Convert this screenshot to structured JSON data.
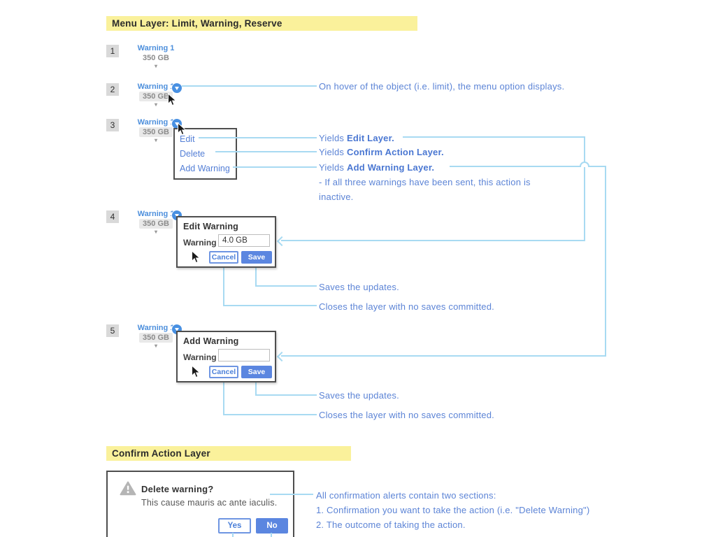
{
  "title": "Menu Layer: Limit, Warning, Reserve",
  "step_numbers": [
    "1",
    "2",
    "3",
    "4",
    "5"
  ],
  "warning_object": {
    "label": "Warning 1",
    "value": "350 GB",
    "caret": "▾"
  },
  "menu": {
    "items": [
      "Edit",
      "Delete",
      "Add Warning"
    ]
  },
  "edit_dialog": {
    "title": "Edit Warning",
    "field_label": "Warning",
    "field_value": "4.0 GB",
    "cancel_label": "Cancel",
    "save_label": "Save"
  },
  "add_dialog": {
    "title": "Add Warning",
    "field_label": "Warning",
    "field_value": "",
    "cancel_label": "Cancel",
    "save_label": "Save"
  },
  "annotations": {
    "hover": "On hover of the object (i.e. limit), the menu option displays.",
    "yields_prefix": "Yields",
    "yields_edit": "Edit Layer.",
    "yields_confirm": "Confirm Action Layer.",
    "yields_add": "Add Warning Layer.",
    "inactive_line1": "- If all three warnings have been sent, this action is",
    "inactive_line2": "inactive.",
    "saves": "Saves the updates.",
    "closes": "Closes the layer with no saves committed."
  },
  "confirm_section": {
    "title": "Confirm Action Layer",
    "dialog": {
      "heading": "Delete warning?",
      "body": "This cause mauris ac ante iaculis.",
      "yes_label": "Yes",
      "no_label": "No"
    },
    "notes": [
      "All confirmation alerts contain two sections:",
      "1. Confirmation you want to take the action (i.e. \"Delete Warning\")",
      "2. The outcome of taking the action."
    ]
  },
  "colors": {
    "highlight_yellow": "#faf19b",
    "link_blue": "#4d8fdc",
    "annotation_blue": "#5c84d6",
    "connector_blue": "#a8daf2",
    "button_blue": "#5b86e0",
    "step_gray": "#d9d9d9"
  }
}
